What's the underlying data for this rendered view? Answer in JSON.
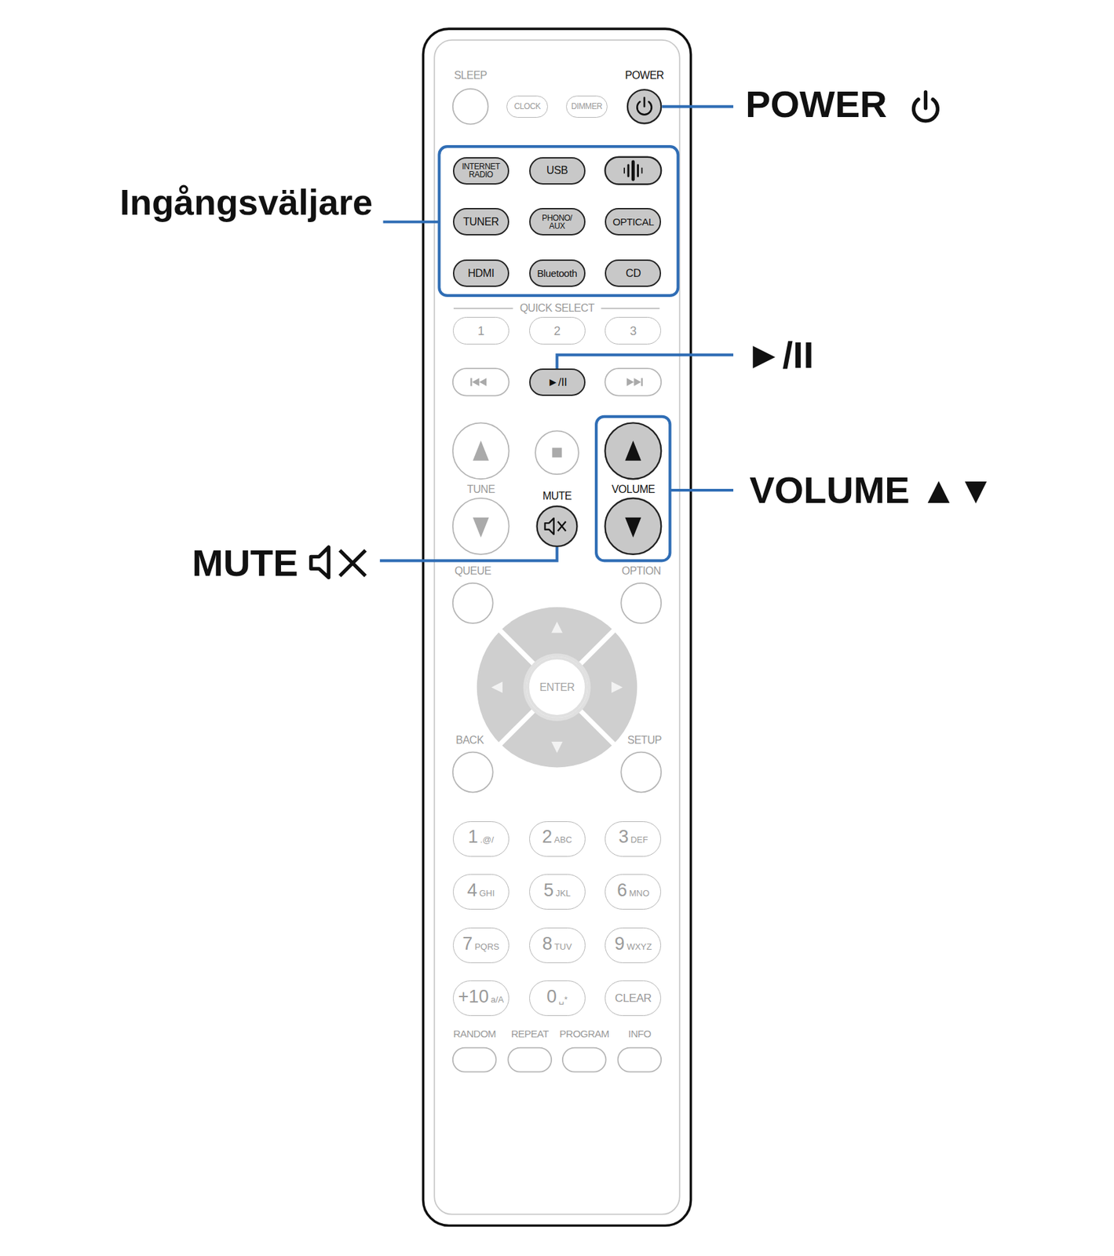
{
  "diagram": {
    "nodes": [
      {
        "text": [
          "CLOCK"
        ]
      },
      {
        "text": [
          "DIMMER"
        ]
      },
      {
        "text": [
          "INTERNET RADIO"
        ]
      },
      {
        "text": [
          "USB"
        ]
      },
      {
        "text": [
          "TUNER"
        ]
      },
      {
        "text": [
          "PHONO/ AUX"
        ]
      },
      {
        "text": [
          "OPTICAL"
        ]
      },
      {
        "text": [
          "HDMI"
        ]
      },
      {
        "text": [
          "Bluetooth"
        ]
      },
      {
        "text": [
          "CD"
        ]
      },
      {
        "text": [
          "1"
        ]
      },
      {
        "text": [
          "2"
        ]
      },
      {
        "text": [
          "3"
        ]
      },
      {
        "text": [
          "►/II"
        ]
      },
      {
        "text": [
          "ENTER"
        ]
      },
      {
        "text": [
          "1",
          ".@/"
        ]
      },
      {
        "text": [
          "2",
          "ABC"
        ]
      },
      {
        "text": [
          "3",
          "DEF"
        ]
      },
      {
        "text": [
          "4",
          "GHI"
        ]
      },
      {
        "text": [
          "5",
          "JKL"
        ]
      },
      {
        "text": [
          "6",
          "MNO"
        ]
      },
      {
        "text": [
          "7",
          "PQRS"
        ]
      },
      {
        "text": [
          "8",
          "TUV"
        ]
      },
      {
        "text": [
          "9",
          "WXYZ"
        ]
      },
      {
        "text": [
          "+10",
          "a/A"
        ]
      },
      {
        "text": [
          "0",
          "␣*"
        ]
      },
      {
        "text": [
          "CLEAR"
        ]
      }
    ],
    "labels": [
      "SLEEP",
      "POWER",
      "QUICK SELECT",
      "TUNE",
      "VOLUME",
      "MUTE",
      "QUEUE",
      "OPTION",
      "BACK",
      "SETUP",
      "RANDOM",
      "REPEAT",
      "PROGRAM",
      "INFO",
      "POWER",
      "Ingångsväljare",
      "►/II",
      "VOLUME ▲▼",
      "MUTE"
    ]
  }
}
